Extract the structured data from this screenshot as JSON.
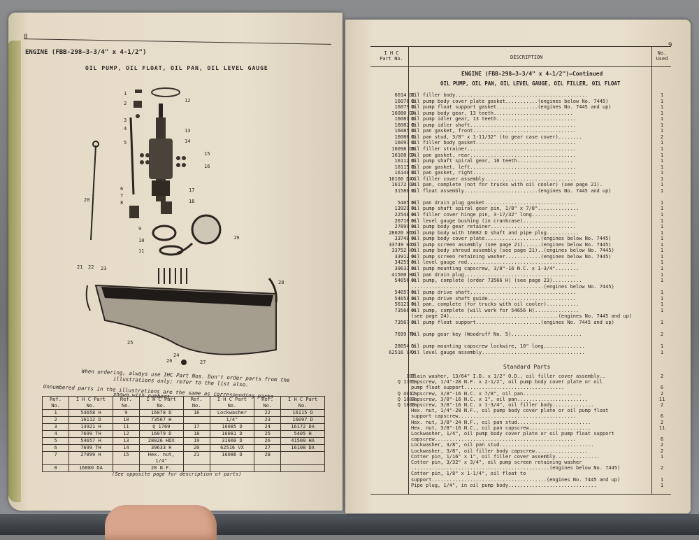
{
  "left_page": {
    "page_number": "8",
    "header": "ENGINE (FBB-298—3-3/4\" x 4-1/2\")",
    "subtitle": "OIL PUMP, OIL FLOAT, OIL PAN, OIL LEVEL GAUGE",
    "callouts": [
      "1",
      "2",
      "3",
      "4",
      "5",
      "6",
      "7",
      "8",
      "9",
      "10",
      "11",
      "12",
      "13",
      "14",
      "15",
      "16",
      "17",
      "18",
      "19",
      "20",
      "21",
      "22",
      "23",
      "24",
      "25",
      "26",
      "27",
      "28"
    ],
    "ordering_note_lines": [
      "When ordering, always use IHC Part Nos. Don't order parts from the",
      "illustrations only; refer to the list also.",
      "Unnumbered parts in the illustrations are the same as corresponding parts",
      "shown with numbers."
    ],
    "table": {
      "headers": [
        "Ref. No.",
        "I H C Part No.",
        "Ref. No.",
        "I H C Part No.",
        "Ref. No.",
        "I H C Part No.",
        "Ref. No.",
        "I H C Part No."
      ],
      "columns": [
        {
          "refs": [
            "1",
            "2",
            "3",
            "4",
            "5",
            "6",
            "7",
            "8"
          ],
          "parts": [
            "54658 H",
            "16112 D",
            "13921 H",
            "7699 TH",
            "54657 H",
            "7699 TH",
            "27899 H",
            "16080 DA"
          ]
        },
        {
          "refs": [
            "9",
            "10",
            "11",
            "12",
            "13",
            "14",
            "15",
            ""
          ],
          "parts": [
            "16078 D",
            "73567 H",
            "Q 1769",
            "16079 D",
            "28026 HDX",
            "39633 H",
            "Hex. nut, 1/4\"",
            "28 N.F."
          ]
        },
        {
          "refs": [
            "16",
            "",
            "17",
            "18",
            "19",
            "20",
            "21",
            ""
          ],
          "parts": [
            "Lockwasher",
            "1/4\"",
            "16085 D",
            "16081 D",
            "31660 D",
            "62516 VX",
            "16086 D",
            ""
          ]
        },
        {
          "refs": [
            "22",
            "23",
            "24",
            "25",
            "26",
            "27",
            "28",
            ""
          ],
          "parts": [
            "16115 D",
            "16097 D",
            "16172 DA",
            "5405 H",
            "41500 HA",
            "16108 DA",
            "",
            ""
          ]
        }
      ]
    },
    "footnote": "(See opposite page for description of parts)"
  },
  "right_page": {
    "page_number": "9",
    "col_headers": {
      "part_no": "I H C Part No.",
      "description": "DESCRIPTION",
      "used": "No. Used"
    },
    "section_title": "ENGINE (FBB-298—3-3/4\" x 4-1/2\")—Continued",
    "section_subtitle": "OIL PUMP, OIL PAN, OIL LEVEL GAUGE, OIL FILLER, OIL FLOAT",
    "rows": [
      {
        "pn": "6014 DC",
        "desc": "Oil filler body.............................................",
        "used": "1"
      },
      {
        "pn": "16078 D",
        "desc": "Oil pump body cover plate gasket...........(engines below No. 7445)",
        "used": "1"
      },
      {
        "pn": "16079 D",
        "desc": "Oil pump float support gasket..............(engines No. 7445 and up)",
        "used": "1"
      },
      {
        "pn": "16080 DA",
        "desc": "Oil pump body gear, 13 teeth...........................",
        "used": "1"
      },
      {
        "pn": "16081 D",
        "desc": "Oil pump idler gear, 13 teeth...........................",
        "used": "1"
      },
      {
        "pn": "16082 D",
        "desc": "Oil pump idler shaft....................................",
        "used": "1"
      },
      {
        "pn": "16085 D",
        "desc": "Oil pan gasket, front...................................",
        "used": "1"
      },
      {
        "pn": "16086 D",
        "desc": "Oil pan stud, 3/8\" x 1-11/32\" (to gear case cover)........",
        "used": "2"
      },
      {
        "pn": "16097 D",
        "desc": "Oil filler body gasket..................................",
        "used": "1"
      },
      {
        "pn": "16098 DB",
        "desc": "Oil filler strainer.....................................",
        "used": "1"
      },
      {
        "pn": "16108 DA",
        "desc": "Oil pan gasket, rear....................................",
        "used": "1"
      },
      {
        "pn": "16112 D",
        "desc": "Oil pump shaft spiral gear, 10 teeth...................",
        "used": "1"
      },
      {
        "pn": "16115 D",
        "desc": "Oil pan gasket, left....................................",
        "used": "1"
      },
      {
        "pn": "16140 D",
        "desc": "Oil pan gasket, right...................................",
        "used": "1"
      },
      {
        "pn": "16160 DAX",
        "desc": "Oil filler cover assembly...............................",
        "used": "1"
      },
      {
        "pn": "16172 DA",
        "desc": "Oil pan, complete (not for trucks with oil cooler) (see page 21).",
        "used": "1"
      },
      {
        "pn": "31580 D",
        "desc": "Oil float assembly.........................(engines No. 7445 and up)",
        "used": "1"
      },
      {
        "pn": "",
        "desc": "",
        "used": ""
      },
      {
        "pn": "5405 H",
        "desc": "Oil pan drain plug gasket...............................",
        "used": "1"
      },
      {
        "pn": "13921 H",
        "desc": "Oil pump shaft spiral gear pin, 1/8\" x 7/8\"..............",
        "used": "1"
      },
      {
        "pn": "22548 H",
        "desc": "Oil filler cover hinge pin, 3-17/32\" long...............",
        "used": "1"
      },
      {
        "pn": "26716 H",
        "desc": "Oil level gauge bushing (in crankcase)..................",
        "used": "1"
      },
      {
        "pn": "27899 H",
        "desc": "Oil pump body gear retainer.............................",
        "used": "1"
      },
      {
        "pn": "28026 HDX",
        "desc": "Oil pump body with 16082 D shaft and pipe plug...........",
        "used": "1"
      },
      {
        "pn": "33748 H",
        "desc": "Oil pump body cover plate...................(engines below No. 7445)",
        "used": "1"
      },
      {
        "pn": "33749 HAX",
        "desc": "Oil pump screen assembly (see page 21)......(engines below No. 7445)",
        "used": "1"
      },
      {
        "pn": "33752 HX",
        "desc": "Oil pump body shroud assembly (see page 21)..(engines below No. 7445)",
        "used": "1"
      },
      {
        "pn": "33912 H",
        "desc": "Oil pump screen retaining washer............(engines below No. 7445)",
        "used": "1"
      },
      {
        "pn": "34259 H",
        "desc": "Oil level gauge rod.....................................",
        "used": "1"
      },
      {
        "pn": "39633 H",
        "desc": "Oil pump mounting capscrew, 3/8\"-16 N.C. x 1-3/4\"........",
        "used": "1"
      },
      {
        "pn": "41500 HA",
        "desc": "Oil pan drain plug......................................",
        "used": "1"
      },
      {
        "pn": "54656 H",
        "desc": "Oil pump, complete (order 73566 H) (see page 23)..........",
        "used": "1"
      },
      {
        "pn": "",
        "desc": ".............................................(engines below No. 7445)",
        "used": ""
      },
      {
        "pn": "54657 H",
        "desc": "Oil pump drive shaft....................................",
        "used": "1"
      },
      {
        "pn": "54658 H",
        "desc": "Oil pump drive shaft guide..............................",
        "used": "1"
      },
      {
        "pn": "56121 H",
        "desc": "Oil pan, complete (for trucks with oil cooler)...........",
        "used": "1"
      },
      {
        "pn": "73566 H",
        "desc": "Oil pump, complete (will work for 54656 H)...............",
        "used": "1"
      },
      {
        "pn": "",
        "desc": "(see page 24).....................................(engines No. 7445 and up)",
        "used": ""
      },
      {
        "pn": "73567 H",
        "desc": "Oil pump float support......................(engines No. 7445 and up)",
        "used": "1"
      },
      {
        "pn": "",
        "desc": "",
        "used": ""
      },
      {
        "pn": "7699 TH",
        "desc": "Oil pump gear key (Woodruff No. 5)........................",
        "used": "2"
      },
      {
        "pn": "",
        "desc": "",
        "used": ""
      },
      {
        "pn": "28054 V",
        "desc": "Oil pump mounting capscrew lockwire, 10\" long..............",
        "used": "1"
      },
      {
        "pn": "62516 VAX",
        "desc": "Oil level gauge assembly...................................",
        "used": "1"
      }
    ],
    "standard_parts_title": "Standard Parts",
    "std_rows": [
      {
        "pn": "102",
        "desc": "Plain washer, 13/64\" I.D. x 1/2\" O.D., oil filler cover assembly..",
        "used": "2"
      },
      {
        "pn": "Q 1769",
        "desc": "Capscrew, 1/4\"-28 N.F. x 2-1/2\", oil pump body cover plate or oil",
        "used": ""
      },
      {
        "pn": "",
        "desc": "pump float support..................................",
        "used": "6"
      },
      {
        "pn": "Q 4017",
        "desc": "Capscrew, 3/8\"-16 N.C. x 7/8\", oil pan....................",
        "used": "2"
      },
      {
        "pn": "Q 1804",
        "desc": "Capscrew, 3/8\"-16 N.C. x 1\", oil pan........................",
        "used": "11"
      },
      {
        "pn": "Q 1808",
        "desc": "Capscrew, 3/8\"-16 N.C. x 1-3/4\", oil filler body..............",
        "used": "2"
      },
      {
        "pn": "",
        "desc": "Hex. nut, 1/4\"-28 N.F., oil pump body cover plate or oil pump float",
        "used": ""
      },
      {
        "pn": "",
        "desc": "support capscrew........................................",
        "used": "6"
      },
      {
        "pn": "",
        "desc": "Hex. nut, 3/8\"-24 N.F., oil pan stud.........................",
        "used": "2"
      },
      {
        "pn": "",
        "desc": "Hex. nut, 3/8\"-16 N.C., oil pan capscrew.....................",
        "used": "11"
      },
      {
        "pn": "",
        "desc": "Lockwasher, 1/4\", oil pump body cover plate or oil pump float support",
        "used": ""
      },
      {
        "pn": "",
        "desc": "capscrew................................................",
        "used": "6"
      },
      {
        "pn": "",
        "desc": "Lockwasher, 3/8\", oil pan stud................................",
        "used": "2"
      },
      {
        "pn": "",
        "desc": "Lockwasher, 3/8\", oil filler body capscrew..................",
        "used": "2"
      },
      {
        "pn": "",
        "desc": "Cotter pin, 1/16\" x 1\", oil filler cover assembly...............",
        "used": "1"
      },
      {
        "pn": "",
        "desc": "Cotter pin, 3/32\" x 3/4\", oil pump screen retaining washer",
        "used": ""
      },
      {
        "pn": "",
        "desc": "...............................................(engines below No. 7445)",
        "used": "2"
      },
      {
        "pn": "",
        "desc": "Cotter pin, 1/8\" x 1-1/4\", oil float to",
        "used": ""
      },
      {
        "pn": "",
        "desc": "support.......................................(engines No. 7445 and up)",
        "used": "1"
      },
      {
        "pn": "",
        "desc": "Pipe plug, 1/4\", in oil pump body..............................",
        "used": "1"
      }
    ]
  }
}
